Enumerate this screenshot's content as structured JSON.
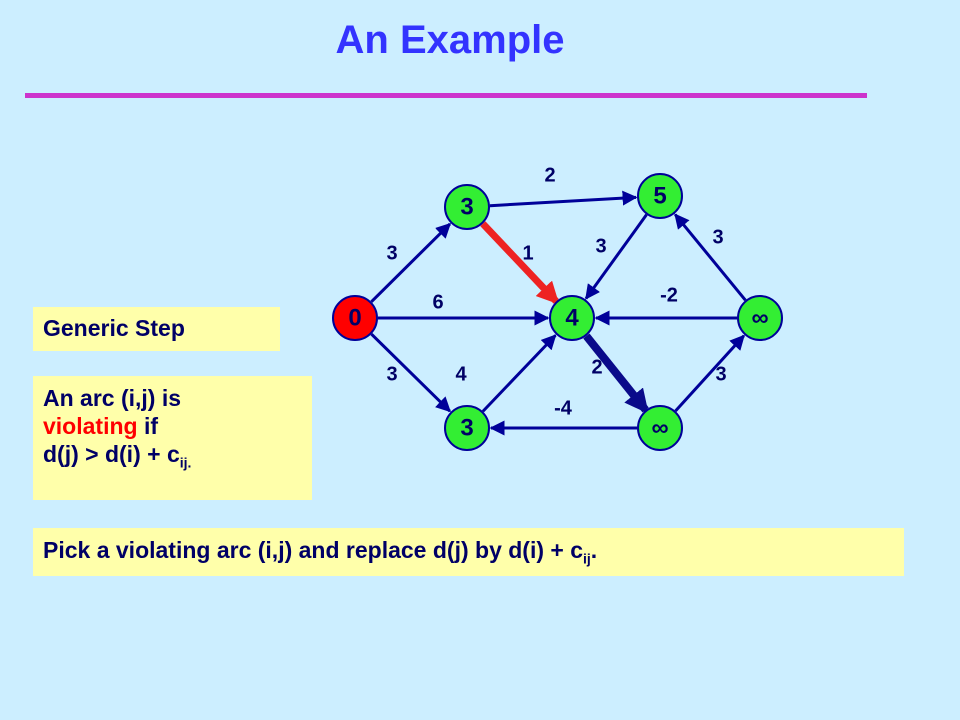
{
  "title": "An Example",
  "boxes": {
    "generic_step": "Generic Step",
    "definition": {
      "line1": "An arc (i,j) is",
      "violating_word": "violating",
      "if_word": " if",
      "line3_main": "d(j) > d(i) + c",
      "line3_sub": "ij."
    },
    "pick": {
      "main": "Pick a violating arc (i,j) and replace d(j) by d(i) + c",
      "sub": "ij",
      "end": "."
    }
  },
  "graph": {
    "colors": {
      "node_fill": "#33ee33",
      "source_fill": "#ff0000",
      "edge": "#000099",
      "highlight_violating": "#ee2222",
      "highlight_thick": "#0a0a8a"
    },
    "nodes": [
      {
        "id": "s",
        "label": "0"
      },
      {
        "id": "a",
        "label": "3"
      },
      {
        "id": "b",
        "label": "5"
      },
      {
        "id": "c",
        "label": "4"
      },
      {
        "id": "d",
        "label": "∞"
      },
      {
        "id": "e",
        "label": "3"
      },
      {
        "id": "f",
        "label": "∞"
      }
    ],
    "edges": [
      {
        "from": "s",
        "to": "a",
        "cost": "3"
      },
      {
        "from": "s",
        "to": "c",
        "cost": "6"
      },
      {
        "from": "s",
        "to": "e",
        "cost": "3"
      },
      {
        "from": "a",
        "to": "b",
        "cost": "2"
      },
      {
        "from": "a",
        "to": "c",
        "cost": "1",
        "highlight": "violating"
      },
      {
        "from": "b",
        "to": "c",
        "cost": "3"
      },
      {
        "from": "d",
        "to": "b",
        "cost": "3"
      },
      {
        "from": "d",
        "to": "c",
        "cost": "-2"
      },
      {
        "from": "e",
        "to": "c",
        "cost": "4"
      },
      {
        "from": "c",
        "to": "f",
        "cost": "2",
        "highlight": "thick"
      },
      {
        "from": "f",
        "to": "e",
        "cost": "-4"
      },
      {
        "from": "f",
        "to": "d",
        "cost": "3"
      }
    ]
  }
}
